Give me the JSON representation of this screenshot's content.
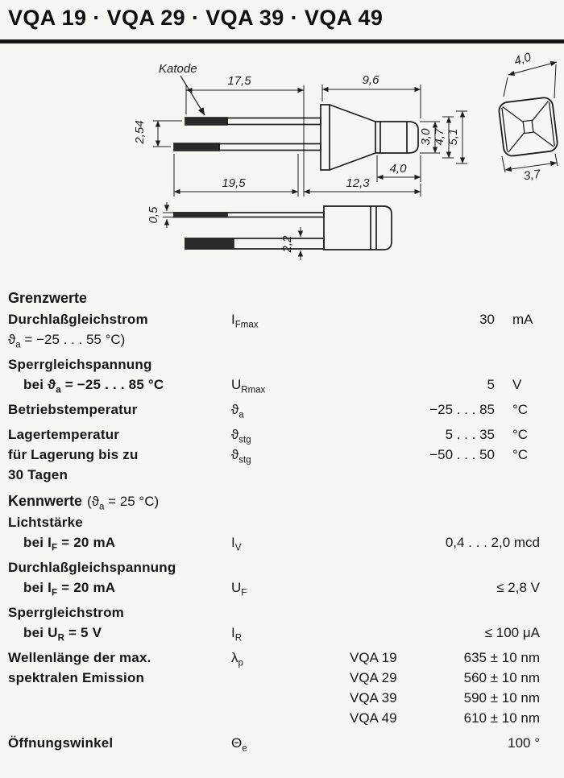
{
  "header": {
    "title": "VQA 19 · VQA 29 · VQA 39 · VQA 49"
  },
  "drawing": {
    "katode_label": "Katode",
    "dims": {
      "lead_length": "17,5",
      "body_length": "9,6",
      "lead_pitch": "2,54",
      "tip_height": "3,0",
      "inner_height": "4,7",
      "outer_height": "5,1",
      "tip_length": "4,0",
      "lead_full_length": "19,5",
      "body_full_length": "12,3",
      "front_width": "4,0",
      "front_depth": "3,7",
      "lead_thickness": "0,5",
      "lead_width": "2,2"
    }
  },
  "limits": {
    "heading": "Grenzwerte",
    "rows": {
      "forward_current": {
        "label": "Durchlaßgleichstrom",
        "sym": "I",
        "sub": "Fmax",
        "value": "30",
        "unit": "mA",
        "cond_pre": "ϑ",
        "cond_sub": "a",
        "cond_post": " = −25 . . . 55 °C)"
      },
      "reverse_voltage": {
        "label": "Sperrgleichspannung",
        "cond_pre": "bei ϑ",
        "cond_sub": "a",
        "cond_post": " = −25 . . . 85 °C",
        "sym": "U",
        "sub": "Rmax",
        "value": "5",
        "unit": "V"
      },
      "operating_temp": {
        "label": "Betriebstemperatur",
        "sym": "ϑ",
        "sub": "a",
        "value": "−25 . . . 85",
        "unit": "°C"
      },
      "storage_temp": {
        "label": "Lagertemperatur",
        "sym": "ϑ",
        "sub": "stg",
        "value": "5 . . . 35",
        "unit": "°C"
      },
      "storage_temp_30d": {
        "label": "für Lagerung bis zu",
        "label2": "30 Tagen",
        "sym": "ϑ",
        "sub": "stg",
        "value": "−50 . . . 50",
        "unit": "°C"
      }
    }
  },
  "characteristics": {
    "heading": "Kennwerte",
    "cond_pre": "(ϑ",
    "cond_sub": "a",
    "cond_post": " = 25 °C)",
    "luminous_intensity": {
      "label": "Lichtstärke",
      "cond_pre": "bei I",
      "cond_sub": "F",
      "cond_post": " = 20 mA",
      "sym": "I",
      "sub": "V",
      "value": "0,4 . . . 2,0 mcd"
    },
    "forward_voltage": {
      "label": "Durchlaßgleichspannung",
      "cond_pre": "bei I",
      "cond_sub": "F",
      "cond_post": " = 20 mA",
      "sym": "U",
      "sub": "F",
      "value": "≤ 2,8 V"
    },
    "reverse_current": {
      "label": "Sperrgleichstrom",
      "cond_pre": "bei U",
      "cond_sub": "R",
      "cond_post": " = 5 V",
      "sym": "I",
      "sub": "R",
      "value": "≤ 100 μA"
    },
    "wavelength": {
      "label_line1": "Wellenlänge der max.",
      "label_line2": "spektralen Emission",
      "sym": "λ",
      "sub": "p",
      "variants": [
        {
          "name": "VQA 19",
          "value": "635 ± 10 nm"
        },
        {
          "name": "VQA 29",
          "value": "560 ± 10 nm"
        },
        {
          "name": "VQA 39",
          "value": "590 ± 10 nm"
        },
        {
          "name": "VQA 49",
          "value": "610 ± 10 nm"
        }
      ]
    },
    "aperture_angle": {
      "label": "Öffnungswinkel",
      "sym": "Θ",
      "sub": "e",
      "value": "100 °"
    }
  }
}
